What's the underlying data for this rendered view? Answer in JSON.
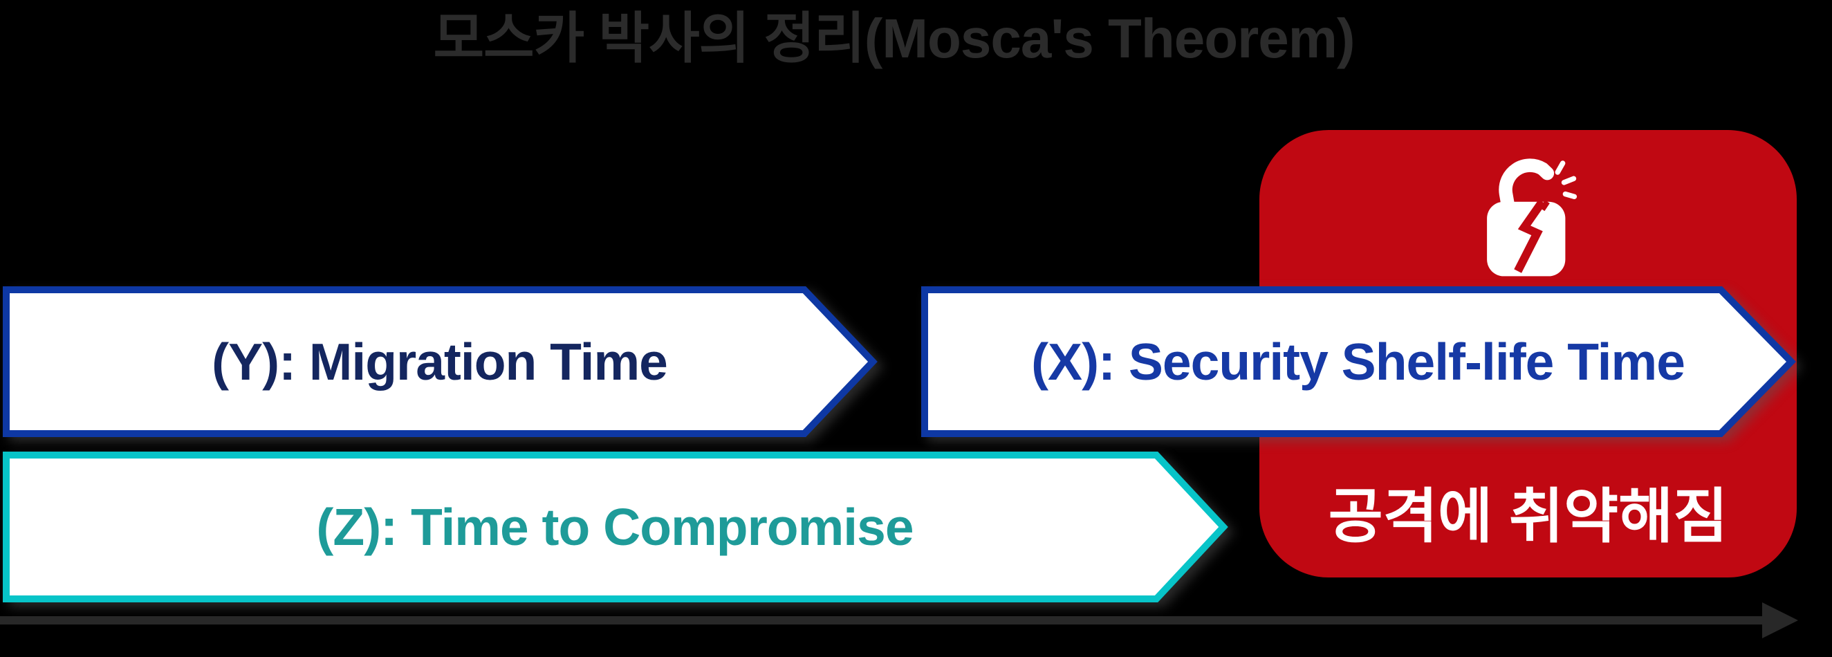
{
  "title": "모스카 박사의 정리(Mosca's Theorem)",
  "arrows": {
    "y": {
      "label": "(Y): Migration Time",
      "text_color": "#14265F",
      "border_color": "#0E38A4"
    },
    "x": {
      "label": "(X): Security Shelf-life Time",
      "text_color": "#1639A5",
      "border_color": "#0E38A4"
    },
    "z": {
      "label": "(Z): Time to Compromise",
      "text_color": "#1E9B99",
      "border_color": "#07C4C8"
    }
  },
  "vulnerable_box": {
    "label": "공격에 취약해짐",
    "background_color": "#C00812",
    "icon": "broken-lock-icon"
  },
  "timeline": {
    "direction": "right",
    "color": "#282828"
  },
  "colors": {
    "background": "#000000",
    "title_text": "#2B2B2B",
    "arrow_fill": "#FFFFFF"
  }
}
